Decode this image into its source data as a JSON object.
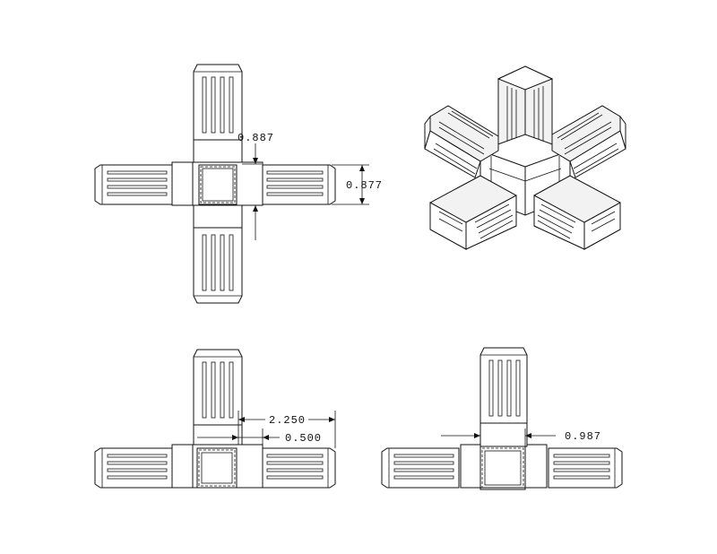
{
  "figure": {
    "views": [
      {
        "name": "four-way",
        "dimensions": [
          "0.887",
          "0.877"
        ]
      },
      {
        "name": "isometric-five-way",
        "dimensions": []
      },
      {
        "name": "three-way-tee",
        "dimensions": [
          "2.250",
          "0.500"
        ]
      },
      {
        "name": "three-way-tee-hollow",
        "dimensions": [
          "0.987"
        ]
      }
    ],
    "dim_0887": "0.887",
    "dim_0877": "0.877",
    "dim_2250": "2.250",
    "dim_0500": "0.500",
    "dim_0987": "0.987",
    "line_color": "#111111",
    "background": "#ffffff"
  }
}
